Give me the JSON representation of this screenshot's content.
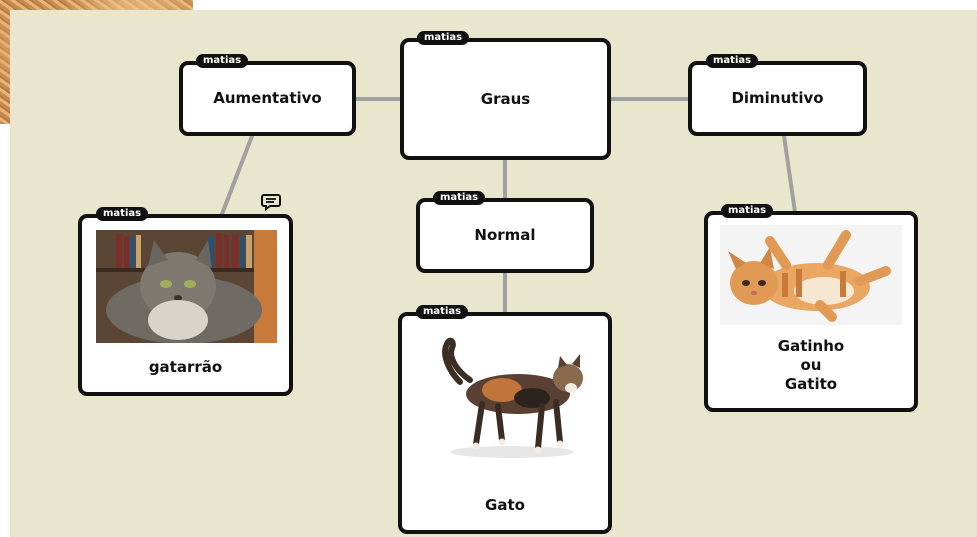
{
  "author_tag": "matias",
  "nodes": {
    "graus": "Graus",
    "aumentativo": "Aumentativo",
    "diminutivo": "Diminutivo",
    "normal": "Normal",
    "gatarrao": "gatarrão",
    "gato": "Gato",
    "gatinho": [
      "Gatinho",
      "ou",
      "Gatito"
    ]
  },
  "images": {
    "gatarrao": "fluffy-long-haired-cat-photo",
    "gato": "tortoiseshell-cat-walking-photo",
    "gatinho": "orange-kitten-lying-photo"
  },
  "icons": {
    "comment": "comment-icon"
  },
  "colors": {
    "board_background": "#e8e7cd",
    "node_border": "#111111",
    "connector": "#a0a0a0",
    "tag_background": "#111111",
    "tag_text": "#ffffff"
  }
}
